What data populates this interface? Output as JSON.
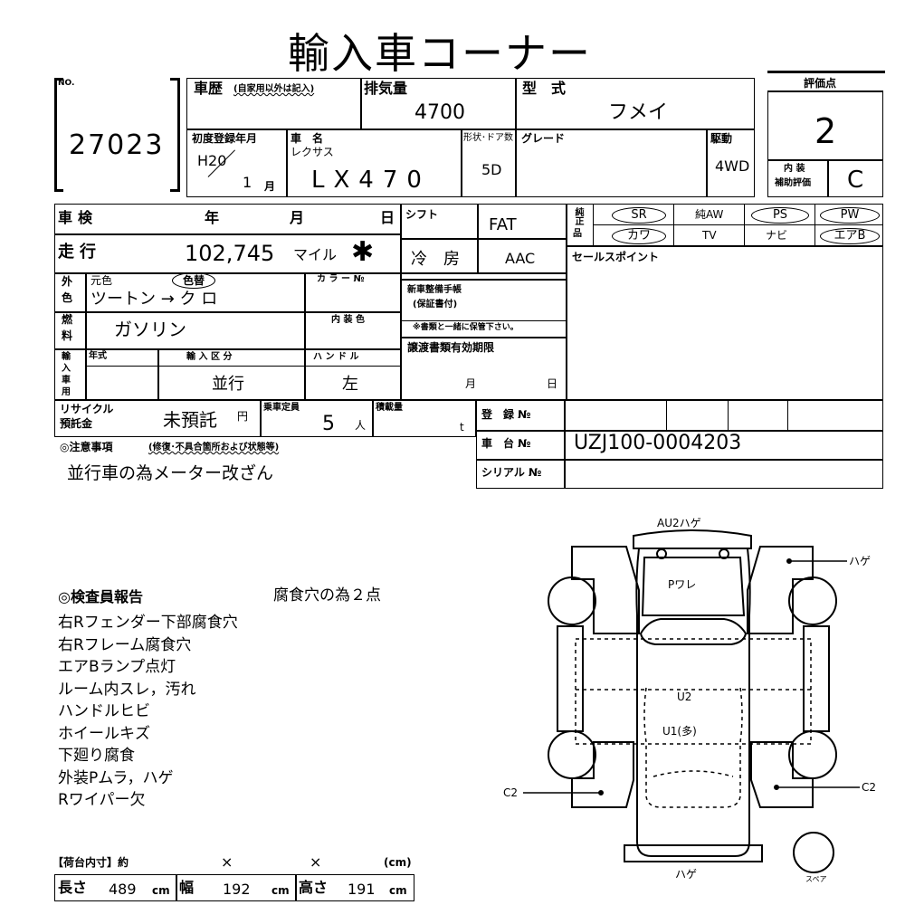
{
  "title": "輸入車コーナー",
  "no_label": "NO.",
  "lot_no": "27023",
  "history": {
    "label": "車歴",
    "sub": "(自家用以外は記入)"
  },
  "displacement": {
    "label": "排気量",
    "value": "4700"
  },
  "model": {
    "label": "型　式",
    "value": "フメイ"
  },
  "score": {
    "label": "評価点",
    "value": "2"
  },
  "interior_score": {
    "label1": "内 装",
    "label2": "補助評価",
    "value": "C"
  },
  "first_reg": {
    "label": "初度登録年月",
    "year": "H20",
    "month": "1",
    "month_unit": "月"
  },
  "car_name": {
    "label": "車　名",
    "maker": "レクサス",
    "value": "LX470"
  },
  "doors": {
    "label": "形状･ドア数",
    "value": "5D"
  },
  "grade": {
    "label": "グレード"
  },
  "drive": {
    "label": "駆動",
    "value": "4WD"
  },
  "inspection": {
    "label": "車検",
    "year": "年",
    "month": "月",
    "day": "日"
  },
  "shift": {
    "label": "シフト",
    "value": "FAT"
  },
  "equip_label_top": "純正",
  "equip_label_bot": "品",
  "equipment": {
    "sr": "SR",
    "aw": "純AW",
    "ps": "PS",
    "pw": "PW",
    "leather": "カワ",
    "tv": "TV",
    "navi": "ナビ",
    "airbag": "エアB"
  },
  "mileage": {
    "label": "走行",
    "value": "102,745",
    "unit": "マイル",
    "mark": "✱"
  },
  "aircon": {
    "label": "冷　房",
    "value": "AAC"
  },
  "sales_point": {
    "label": "セールスポイント"
  },
  "color": {
    "label_top": "外",
    "label_bot": "色",
    "orig": "元色",
    "changed": "色替",
    "value": "ツートン → ク ロ",
    "color_no": "カ ラ ー №"
  },
  "service_book": {
    "label1": "新車整備手帳",
    "label2": "(保証書付)",
    "note": "※書類と一緒に保管下さい。"
  },
  "fuel": {
    "label_top": "燃",
    "label_bot": "料",
    "value": "ガソリン",
    "interior_color": "内 装 色"
  },
  "import": {
    "label": "輸入車用",
    "year": "年式",
    "type_label": "輸 入 区 分",
    "type_value": "並行",
    "handle_label": "ハ ン ド ル",
    "handle_value": "左"
  },
  "transfer": {
    "label": "譲渡書類有効期限",
    "month": "月",
    "day": "日"
  },
  "recycle": {
    "label1": "リサイクル",
    "label2": "預託金",
    "value": "未預託",
    "unit": "円"
  },
  "capacity": {
    "label": "乗車定員",
    "value": "5",
    "unit": "人"
  },
  "load": {
    "label": "積載量",
    "unit": "t"
  },
  "reg_no": {
    "label": "登　録 №"
  },
  "chassis": {
    "label": "車　台 №",
    "value": "UZJ100-0004203"
  },
  "serial": {
    "label": "シリアル №"
  },
  "notes": {
    "label": "◎注意事項",
    "sub": "(修復･不具合箇所および状態等)",
    "text": "並行車の為メーター改ざん"
  },
  "report": {
    "label": "◎検査員報告",
    "headline": "腐食穴の為２点",
    "items": [
      "右Rフェンダー下部腐食穴",
      "右Rフレーム腐食穴",
      "エアBランプ点灯",
      "ルーム内スレ，汚れ",
      "ハンドルヒビ",
      "ホイールキズ",
      "下廻り腐食",
      "外装Pムラ，ハゲ",
      "Rワイパー欠"
    ]
  },
  "diagram": {
    "au2": "AU2ハゲ",
    "p_ware": "Pワレ",
    "u2": "U2",
    "u1": "U1(多)",
    "hage_right": "ハゲ",
    "c2_left": "C2",
    "c2_right": "C2",
    "hage_bottom": "ハゲ",
    "spare": "スペア"
  },
  "cargo": {
    "label": "【荷台内寸】約",
    "x1": "×",
    "x2": "×",
    "unit": "(cm)",
    "length_label": "長さ",
    "length": "489",
    "width_label": "幅",
    "width": "192",
    "height_label": "高さ",
    "height": "191",
    "cm": "cm"
  }
}
